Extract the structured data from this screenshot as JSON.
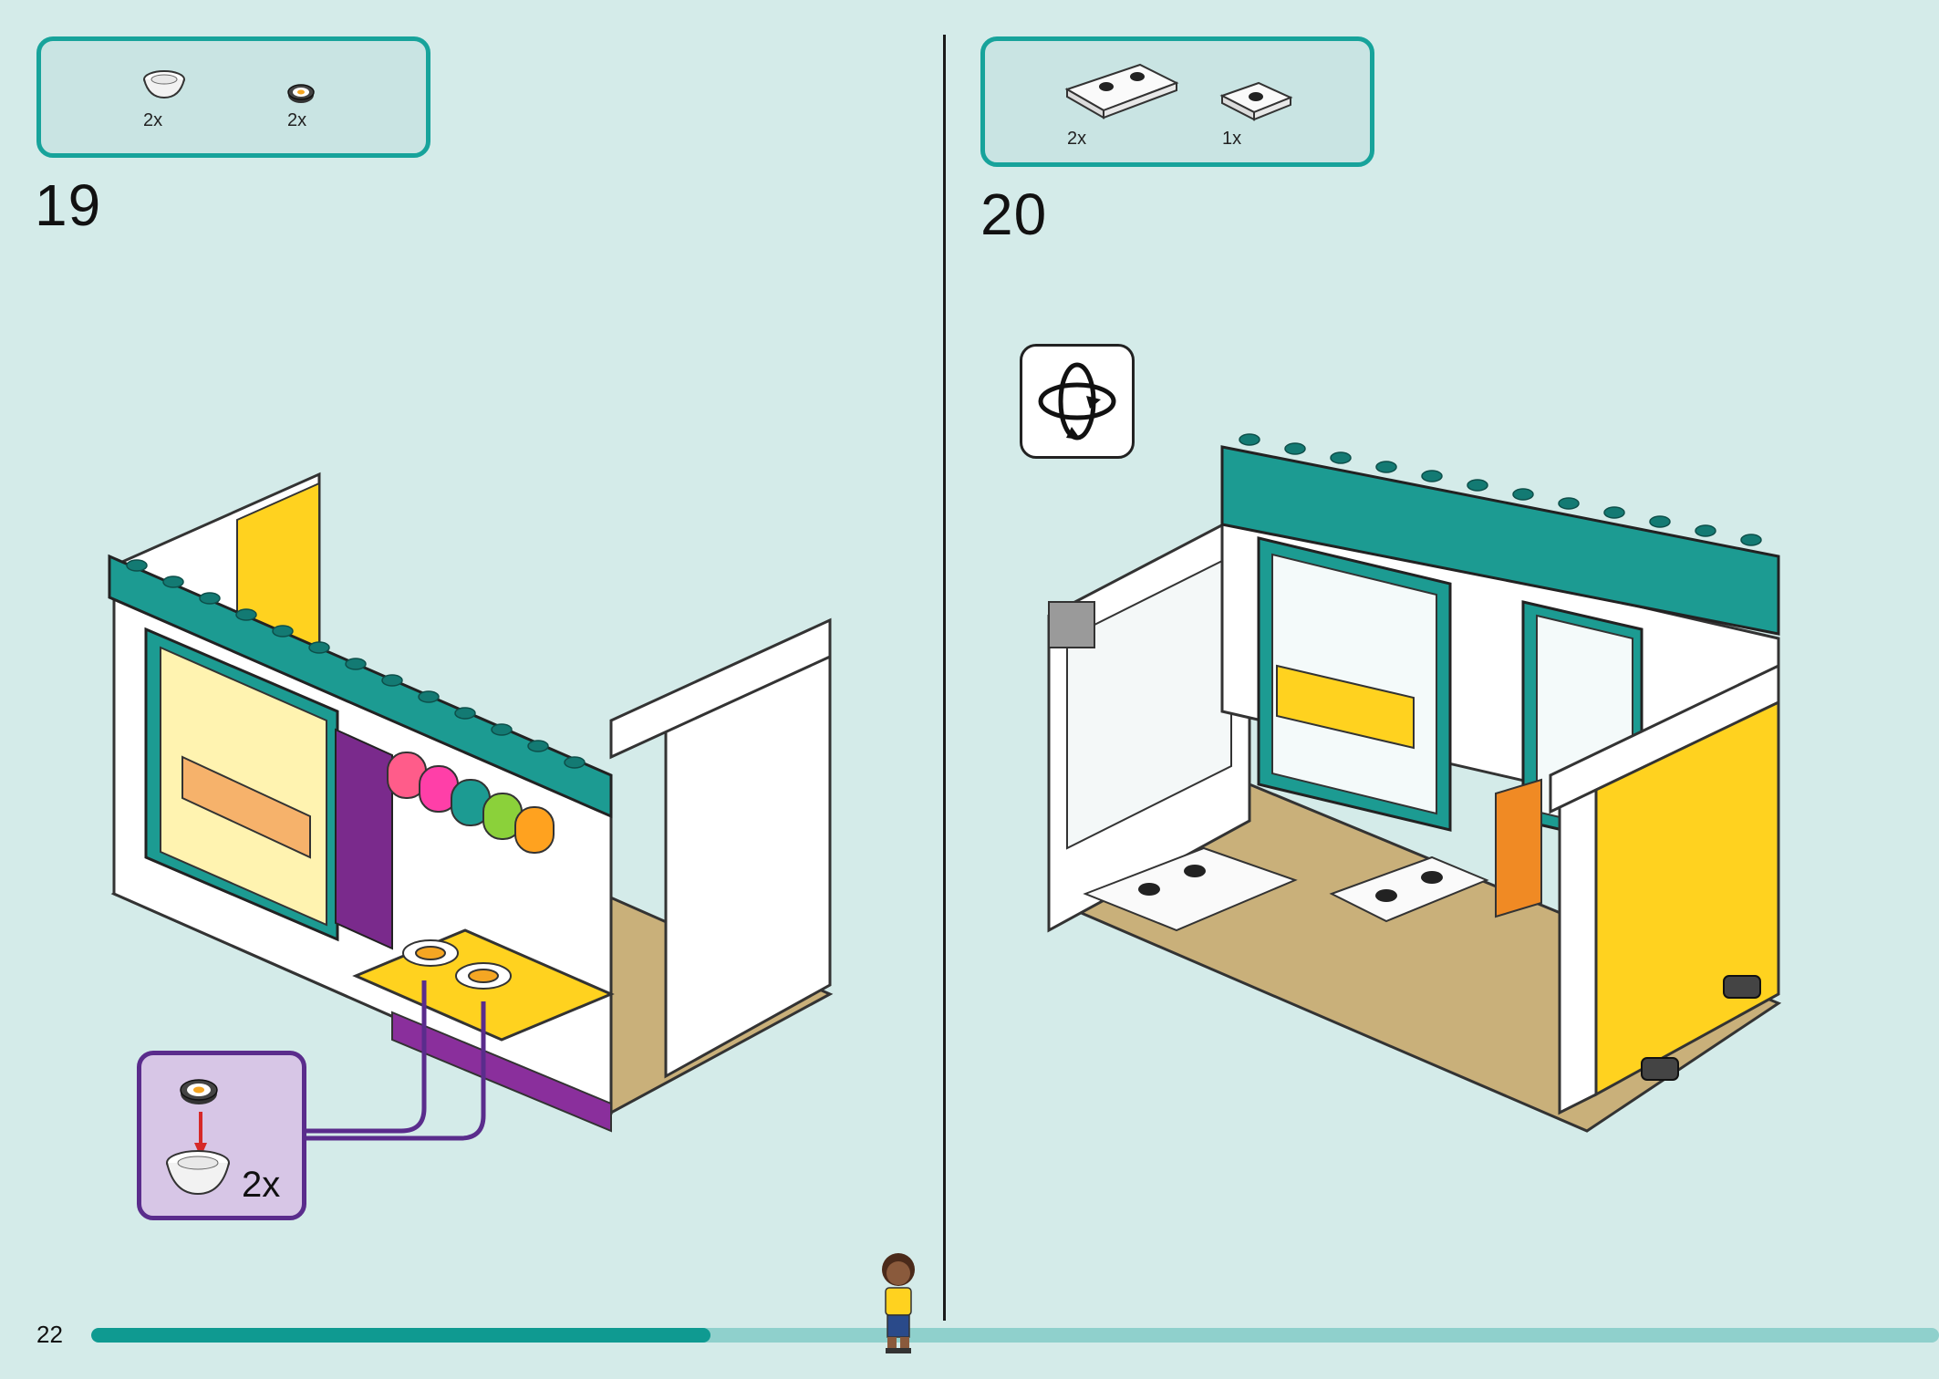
{
  "page_number": "22",
  "progress": {
    "value": 0.335
  },
  "steps": [
    {
      "number": "19",
      "parts": [
        {
          "icon": "white-bowl-part-icon",
          "qty": "2x"
        },
        {
          "icon": "sushi-roll-tile-part-icon",
          "qty": "2x"
        }
      ],
      "callout": {
        "qty": "2x"
      }
    },
    {
      "number": "20",
      "parts": [
        {
          "icon": "white-plate-2x4-part-icon",
          "qty": "2x"
        },
        {
          "icon": "white-plate-2x2-part-icon",
          "qty": "1x"
        }
      ],
      "rotate_icon": "rotate-model-icon"
    }
  ],
  "colors": {
    "background": "#d4ebe9",
    "parts_frame": "#17a39b",
    "callout_frame": "#5a2c8c",
    "progress_done": "#0f9a91",
    "progress_todo": "#8fd0cc"
  }
}
